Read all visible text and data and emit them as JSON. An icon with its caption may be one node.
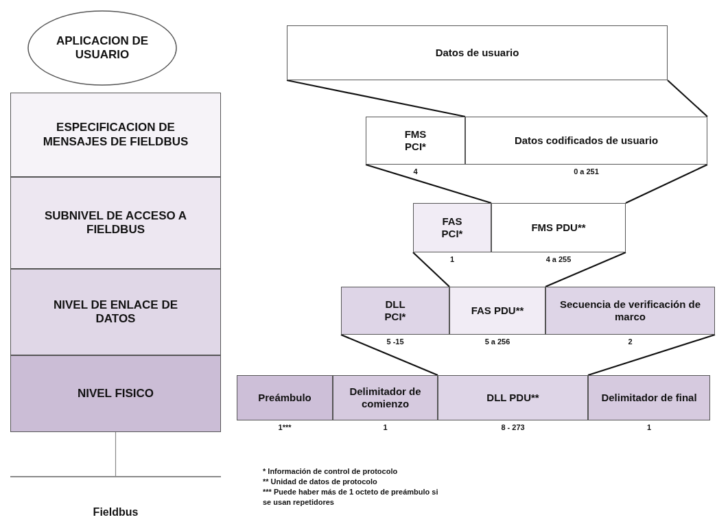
{
  "diagram": {
    "nodes": [
      {
        "text": [
          "APLICACION DE USUARIO"
        ]
      },
      {
        "text": [
          "ESPECIFICACION DE MENSAJES DE FIELDBUS"
        ]
      },
      {
        "text": [
          "SUBNIVEL DE ACCESO A FIELDBUS"
        ]
      },
      {
        "text": [
          "NIVEL DE ENLACE DE DATOS"
        ]
      },
      {
        "text": [
          "NIVEL FISICO"
        ]
      },
      {
        "text": [],
        "shape": "bar",
        "beside": [
          "Fieldbus"
        ]
      },
      {
        "text": [
          "Datos de usuario"
        ]
      },
      {
        "text": [
          "FMS PCI*"
        ],
        "beside": [
          "4"
        ]
      },
      {
        "text": [
          "Datos codificados de usuario"
        ],
        "beside": [
          "0 a 251"
        ]
      },
      {
        "text": [
          "FAS PCI*"
        ],
        "beside": [
          "1"
        ]
      },
      {
        "text": [
          "FMS PDU**"
        ],
        "beside": [
          "4 a 255"
        ]
      },
      {
        "text": [
          "DLL PCI*"
        ],
        "beside": [
          "5 -15"
        ]
      },
      {
        "text": [
          "FAS PDU**"
        ],
        "beside": [
          "5 a 256"
        ]
      },
      {
        "text": [
          "Secuencia de verificación de marco"
        ],
        "beside": [
          "2"
        ]
      },
      {
        "text": [
          "Preámbulo"
        ],
        "beside": [
          "1***"
        ]
      },
      {
        "text": [
          "Delimitador de comienzo"
        ],
        "beside": [
          "1"
        ]
      },
      {
        "text": [
          "DLL PDU**"
        ],
        "beside": [
          "8 - 273"
        ]
      },
      {
        "text": [
          "Delimitador de final"
        ],
        "beside": [
          "1"
        ]
      }
    ],
    "edges": [
      {
        "from": 4,
        "to": 5,
        "arrow": "none",
        "color": "#888888"
      },
      {
        "from": 6,
        "to": 8,
        "arrow": "none"
      },
      {
        "from": 6,
        "to": 8,
        "arrow": "none"
      },
      {
        "from": 7,
        "to": 10,
        "arrow": "none"
      },
      {
        "from": 8,
        "to": 10,
        "arrow": "none"
      },
      {
        "from": 9,
        "to": 12,
        "arrow": "none"
      },
      {
        "from": 10,
        "to": 12,
        "arrow": "none"
      },
      {
        "from": 11,
        "to": 16,
        "arrow": "none"
      },
      {
        "from": 13,
        "to": 16,
        "arrow": "none"
      }
    ],
    "labels": [
      "* Información de control de protocolo",
      "** Unidad de datos de protocolo",
      "*** Puede haber más de 1 octeto de preámbulo si se usan repetidores"
    ]
  }
}
